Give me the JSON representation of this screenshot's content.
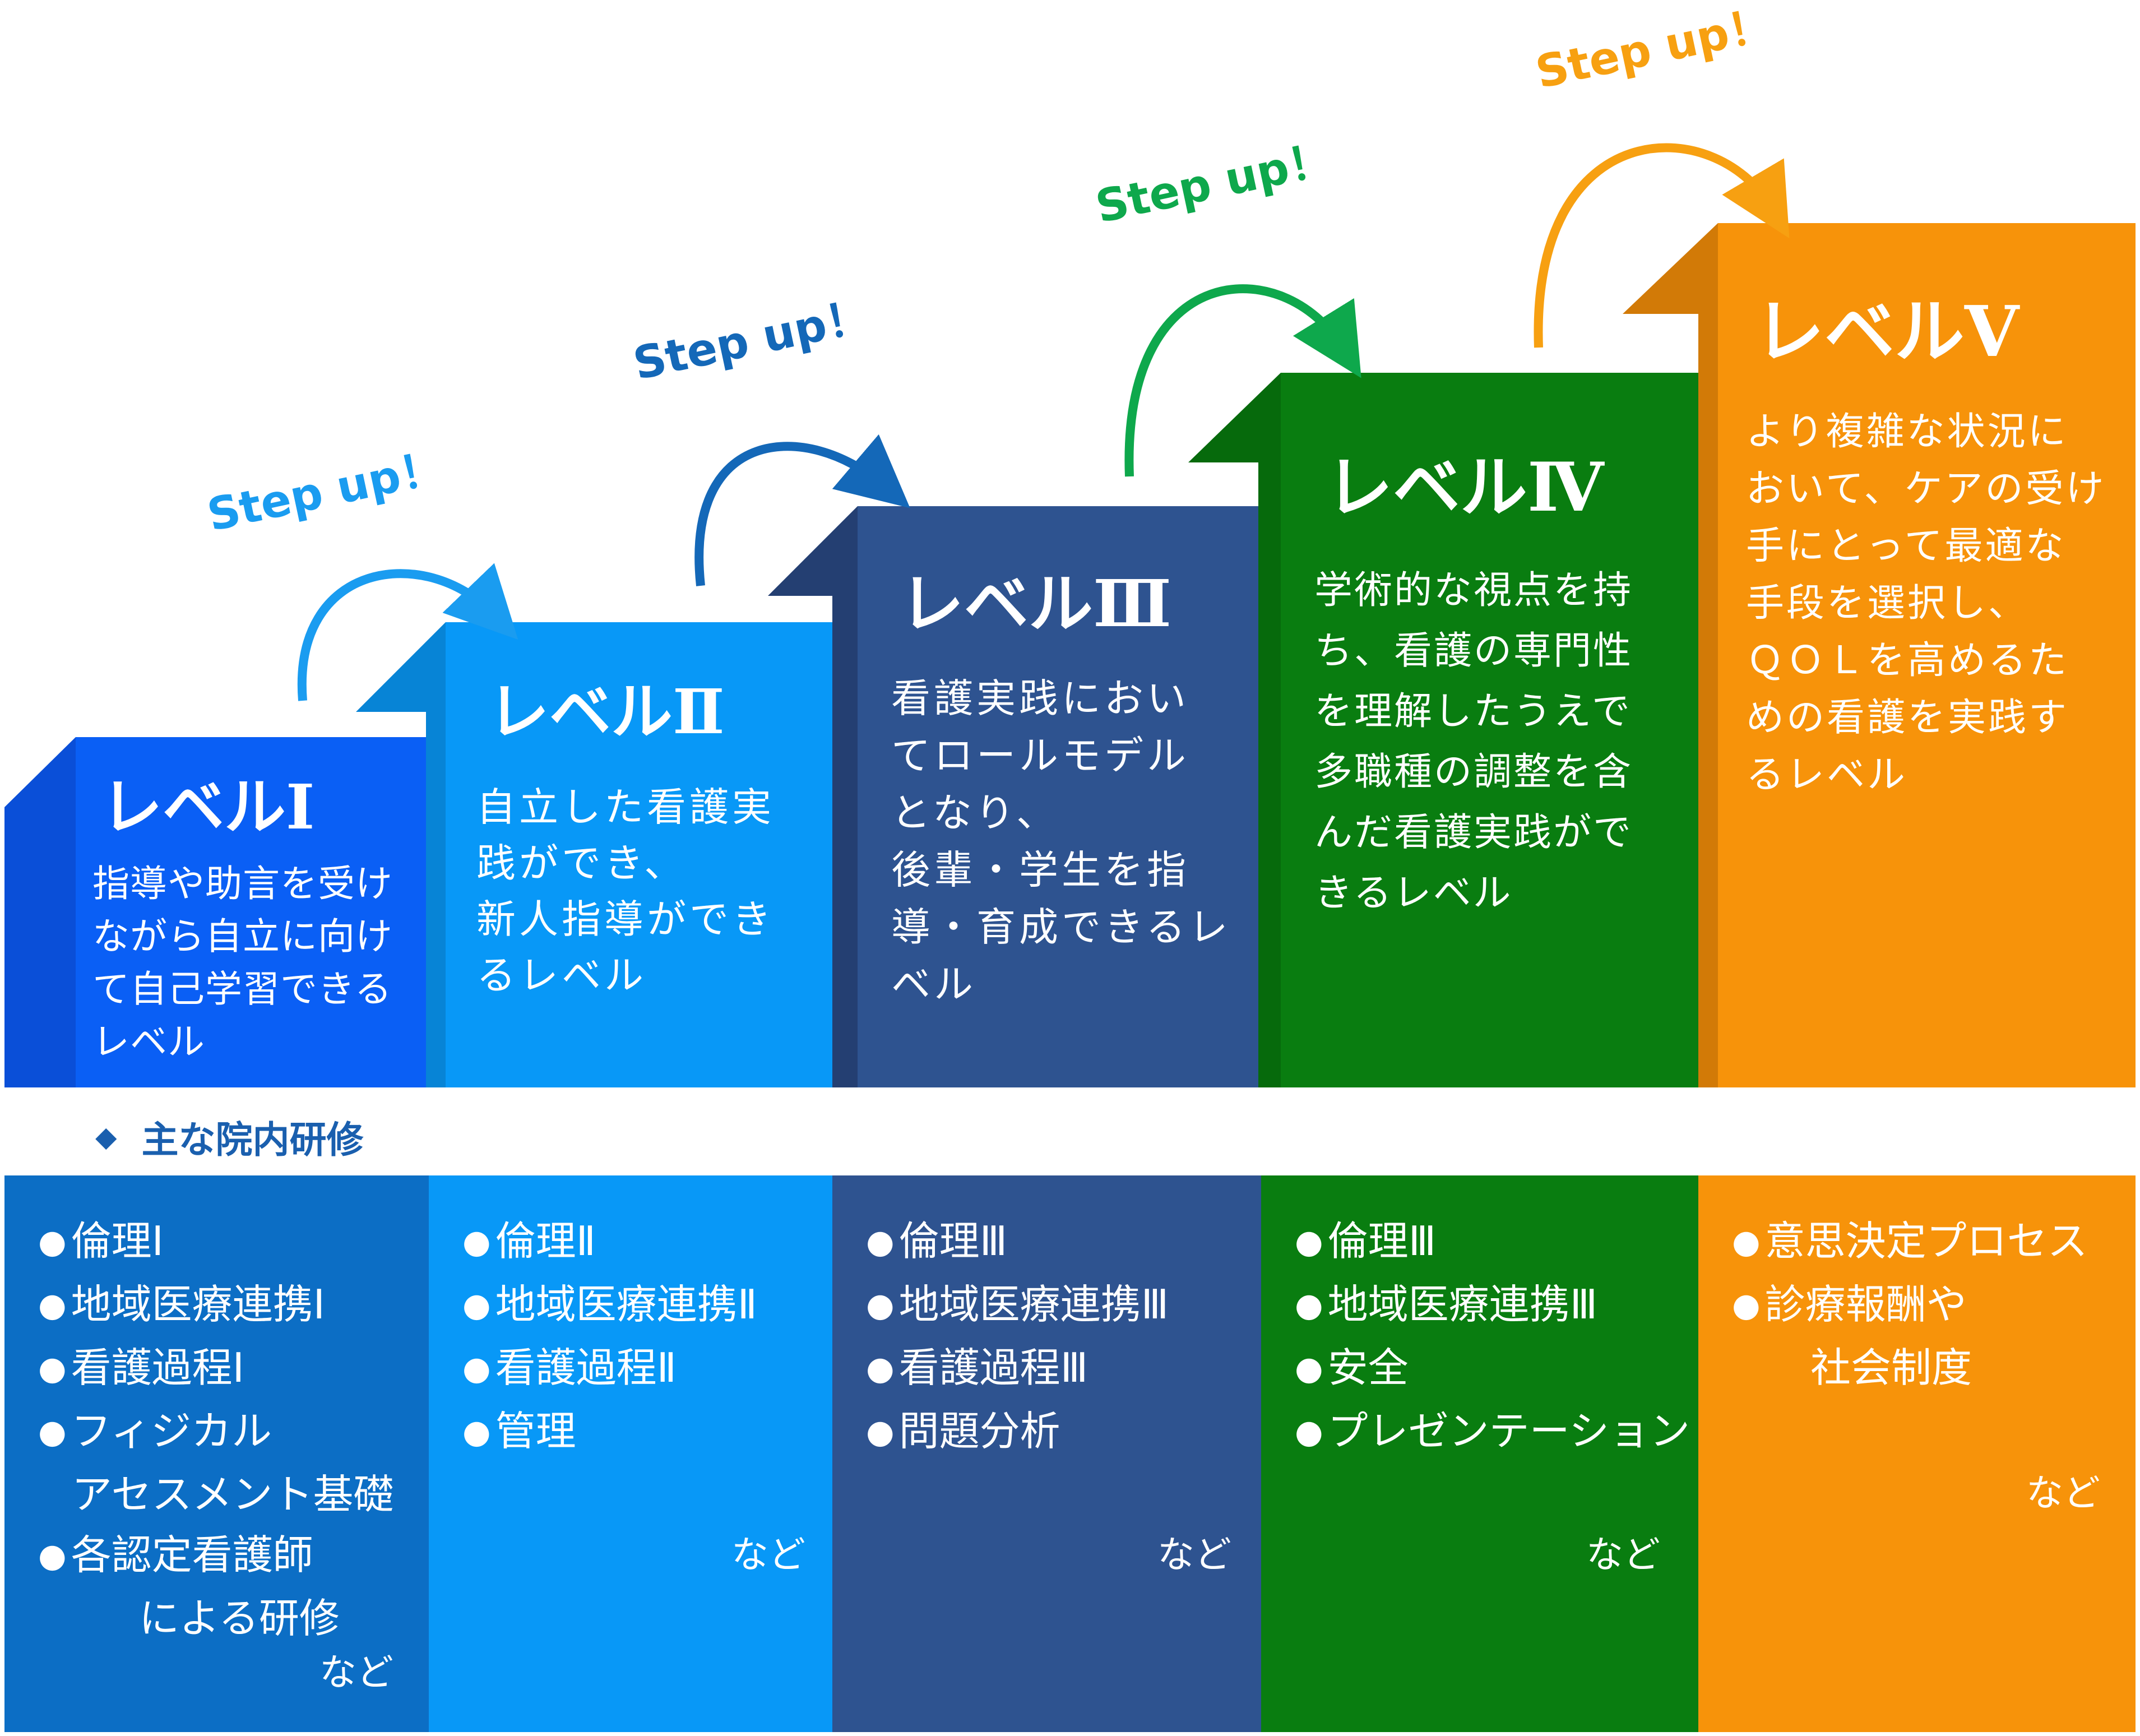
{
  "colors": {
    "level1": "#0a5ff5",
    "level2": "#0898f7",
    "level3": "#2e5390",
    "level4": "#097d10",
    "level5": "#f7930a",
    "step1": "#1a9cf0",
    "step2": "#1468b8",
    "step3": "#0ea84c",
    "step4": "#f7a011",
    "heading": "#1a5fae"
  },
  "levels": [
    {
      "title": "レベルⅠ",
      "description": "指導や助言を受け\nながら自立に向け\nて自己学習できる\nレベル"
    },
    {
      "title": "レベルⅡ",
      "description": "自立した看護実\n践ができ、\n新人指導ができ\nるレベル"
    },
    {
      "title": "レベルⅢ",
      "description": "看護実践におい\nてロールモデル\nとなり、\n後輩・学生を指\n導・育成できるレ\nベル"
    },
    {
      "title": "レベルⅣ",
      "description": "学術的な視点を持\nち、看護の専門性\nを理解したうえで\n多職種の調整を含\nんだ看護実践がで\nきるレベル"
    },
    {
      "title": "レベルⅤ",
      "description": "より複雑な状況に\nおいて、ケアの受け\n手にとって最適な\n手段を選択し、\nＱＯＬを高めるた\nめの看護を実践す\nるレベル"
    }
  ],
  "step_up_label": "Step up！",
  "training_heading": "主な院内研修",
  "training_columns": [
    {
      "items": [
        "倫理Ⅰ",
        "地域医療連携Ⅰ",
        "看護過程Ⅰ",
        "フィジカル",
        "アセスメント基礎",
        "各認定看護師",
        "による研修"
      ],
      "suffix": "など"
    },
    {
      "items": [
        "倫理Ⅱ",
        "地域医療連携Ⅱ",
        "看護過程Ⅱ",
        "管理"
      ],
      "suffix": "など"
    },
    {
      "items": [
        "倫理Ⅲ",
        "地域医療連携Ⅲ",
        "看護過程Ⅲ",
        "問題分析"
      ],
      "suffix": "など"
    },
    {
      "items": [
        "倫理Ⅲ",
        "地域医療連携Ⅲ",
        "安全",
        "プレゼンテーション"
      ],
      "suffix": "など"
    },
    {
      "items": [
        "意思決定プロセス",
        "診療報酬や",
        "社会制度"
      ],
      "suffix": "など"
    }
  ]
}
